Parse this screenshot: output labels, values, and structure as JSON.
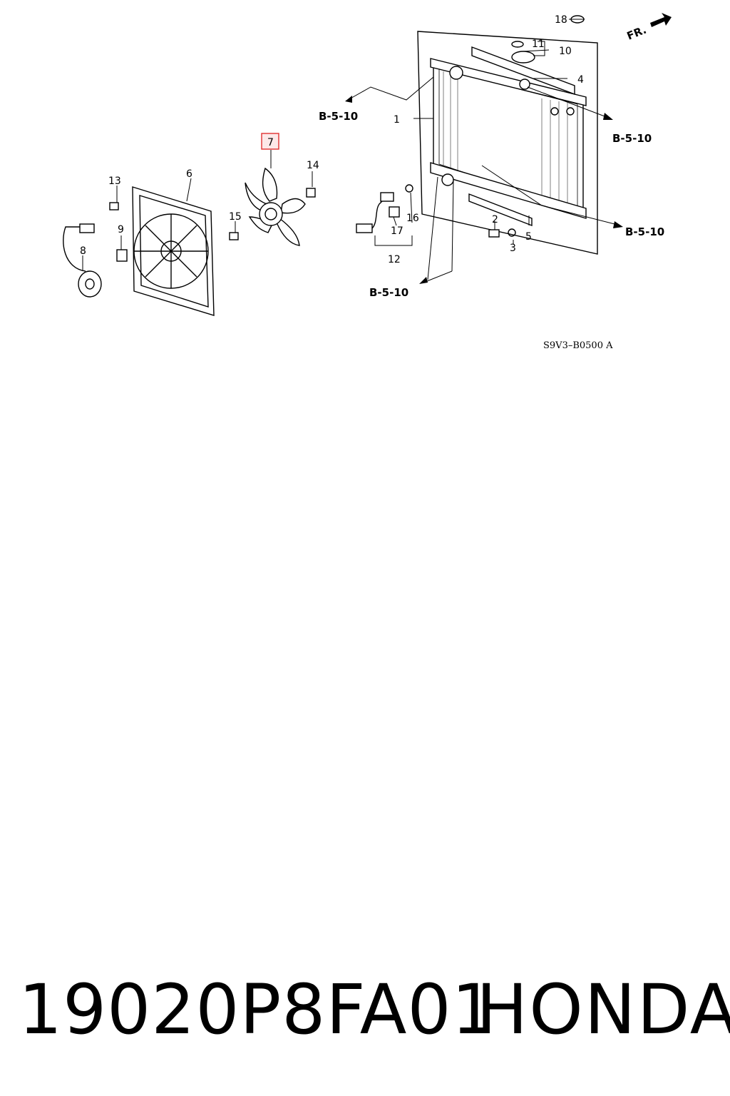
{
  "diagram": {
    "direction_label": "FR.",
    "diagram_code": "S9V3–B0500 A",
    "ref_labels": [
      "B-5-10",
      "B-5-10",
      "B-5-10",
      "B-5-10"
    ],
    "callouts": [
      "1",
      "2",
      "3",
      "4",
      "5",
      "6",
      "7",
      "8",
      "9",
      "10",
      "11",
      "12",
      "13",
      "14",
      "15",
      "16",
      "17",
      "18"
    ],
    "highlighted_callout": "7",
    "highlight_color": "#e03030"
  },
  "product": {
    "part_number": "19020P8FA01",
    "brand": "HONDA"
  }
}
